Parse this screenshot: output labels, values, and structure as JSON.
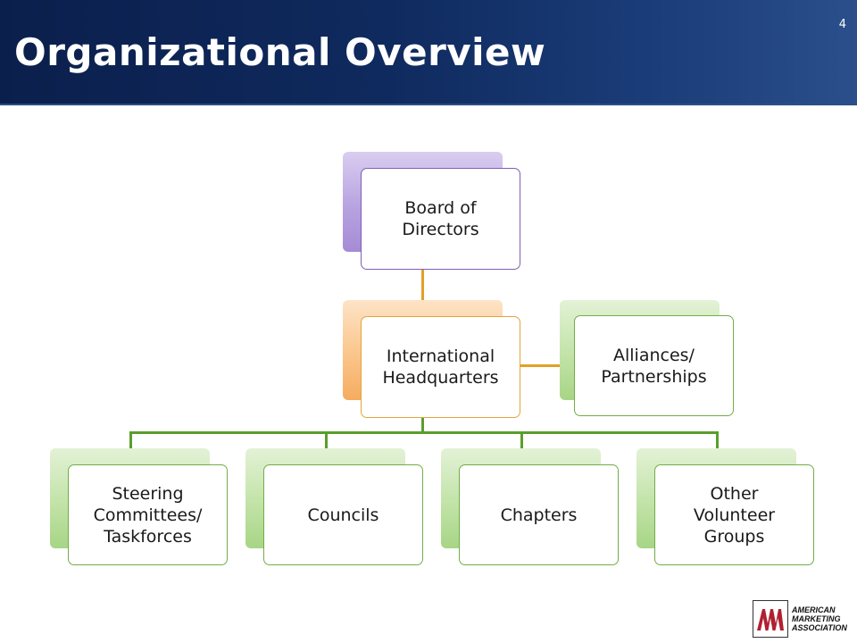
{
  "slide": {
    "title": "Organizational Overview",
    "page_number": "4"
  },
  "org_chart": {
    "board": "Board of\nDirectors",
    "headquarters": "International\nHeadquarters",
    "alliances": "Alliances/\nPartnerships",
    "children": [
      {
        "label": "Steering\nCommittees/\nTaskforces"
      },
      {
        "label": "Councils"
      },
      {
        "label": "Chapters"
      },
      {
        "label": "Other\nVolunteer\nGroups"
      }
    ]
  },
  "logo": {
    "text": "American\nMarketing\nAssociation"
  },
  "colors": {
    "header": "#0f2a5e",
    "connector_top": "#e0a028",
    "connector_bottom": "#5a9e2c"
  }
}
